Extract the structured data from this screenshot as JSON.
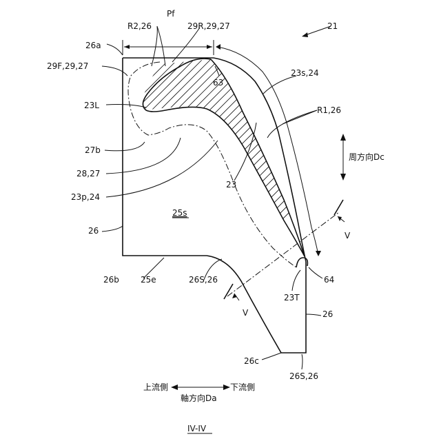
{
  "figure": {
    "ref_main": "21",
    "section": "IV-IV",
    "labels": {
      "pf": "Pf",
      "r2": "R2,26",
      "r29": "29R,29,27",
      "s26a": "26a",
      "f29": "29F,29,27",
      "n63": "63",
      "s23s": "23s,24",
      "r1": "R1,26",
      "l23L": "23L",
      "d27b": "27b",
      "p28": "28,27",
      "p23p": "23p,24",
      "n23": "23",
      "s25s": "25s",
      "n26l": "26",
      "v1": "V",
      "v2": "V",
      "n26b": "26b",
      "n25e": "25e",
      "s26S": "26S,26",
      "n64": "64",
      "t23T": "23T",
      "n26r": "26",
      "n26c": "26c",
      "s26S2": "26S,26"
    },
    "direction": {
      "circ": "周方向Dc",
      "up": "上流側",
      "down": "下流側",
      "axial": "軸方向Da"
    }
  }
}
